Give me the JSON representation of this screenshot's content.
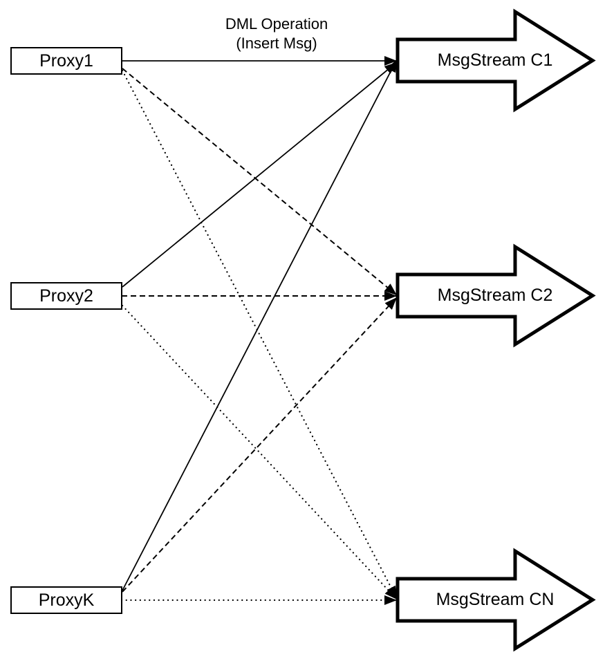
{
  "diagram": {
    "type": "flow-diagram",
    "background_color": "#ffffff",
    "stroke_color": "#000000",
    "node_fill_color": "#ffffff",
    "annotation": {
      "line1": "DML Operation",
      "line2": "(Insert Msg)",
      "attached_to": "Proxy1 -> MsgStream C1"
    },
    "proxies": [
      {
        "id": "proxy1",
        "label": "Proxy1"
      },
      {
        "id": "proxy2",
        "label": "Proxy2"
      },
      {
        "id": "proxyk",
        "label": "ProxyK"
      }
    ],
    "streams": [
      {
        "id": "msgstream-c1",
        "label": "MsgStream C1"
      },
      {
        "id": "msgstream-c2",
        "label": "MsgStream C2"
      },
      {
        "id": "msgstream-cn",
        "label": "MsgStream CN"
      }
    ],
    "edges": [
      {
        "from": "Proxy1",
        "to": "MsgStream C1",
        "style": "solid",
        "arrowhead": "filled-black"
      },
      {
        "from": "Proxy1",
        "to": "MsgStream C2",
        "style": "dashed",
        "arrowhead": "filled-black"
      },
      {
        "from": "Proxy1",
        "to": "MsgStream CN",
        "style": "dotted",
        "arrowhead": "filled-black"
      },
      {
        "from": "Proxy2",
        "to": "MsgStream C1",
        "style": "solid",
        "arrowhead": "filled-black"
      },
      {
        "from": "Proxy2",
        "to": "MsgStream C2",
        "style": "dashed",
        "arrowhead": "filled-black"
      },
      {
        "from": "Proxy2",
        "to": "MsgStream CN",
        "style": "dotted",
        "arrowhead": "filled-black"
      },
      {
        "from": "ProxyK",
        "to": "MsgStream C1",
        "style": "solid",
        "arrowhead": "filled-black"
      },
      {
        "from": "ProxyK",
        "to": "MsgStream C2",
        "style": "dashed",
        "arrowhead": "filled-black"
      },
      {
        "from": "ProxyK",
        "to": "MsgStream CN",
        "style": "dotted",
        "arrowhead": "filled-black"
      }
    ]
  }
}
